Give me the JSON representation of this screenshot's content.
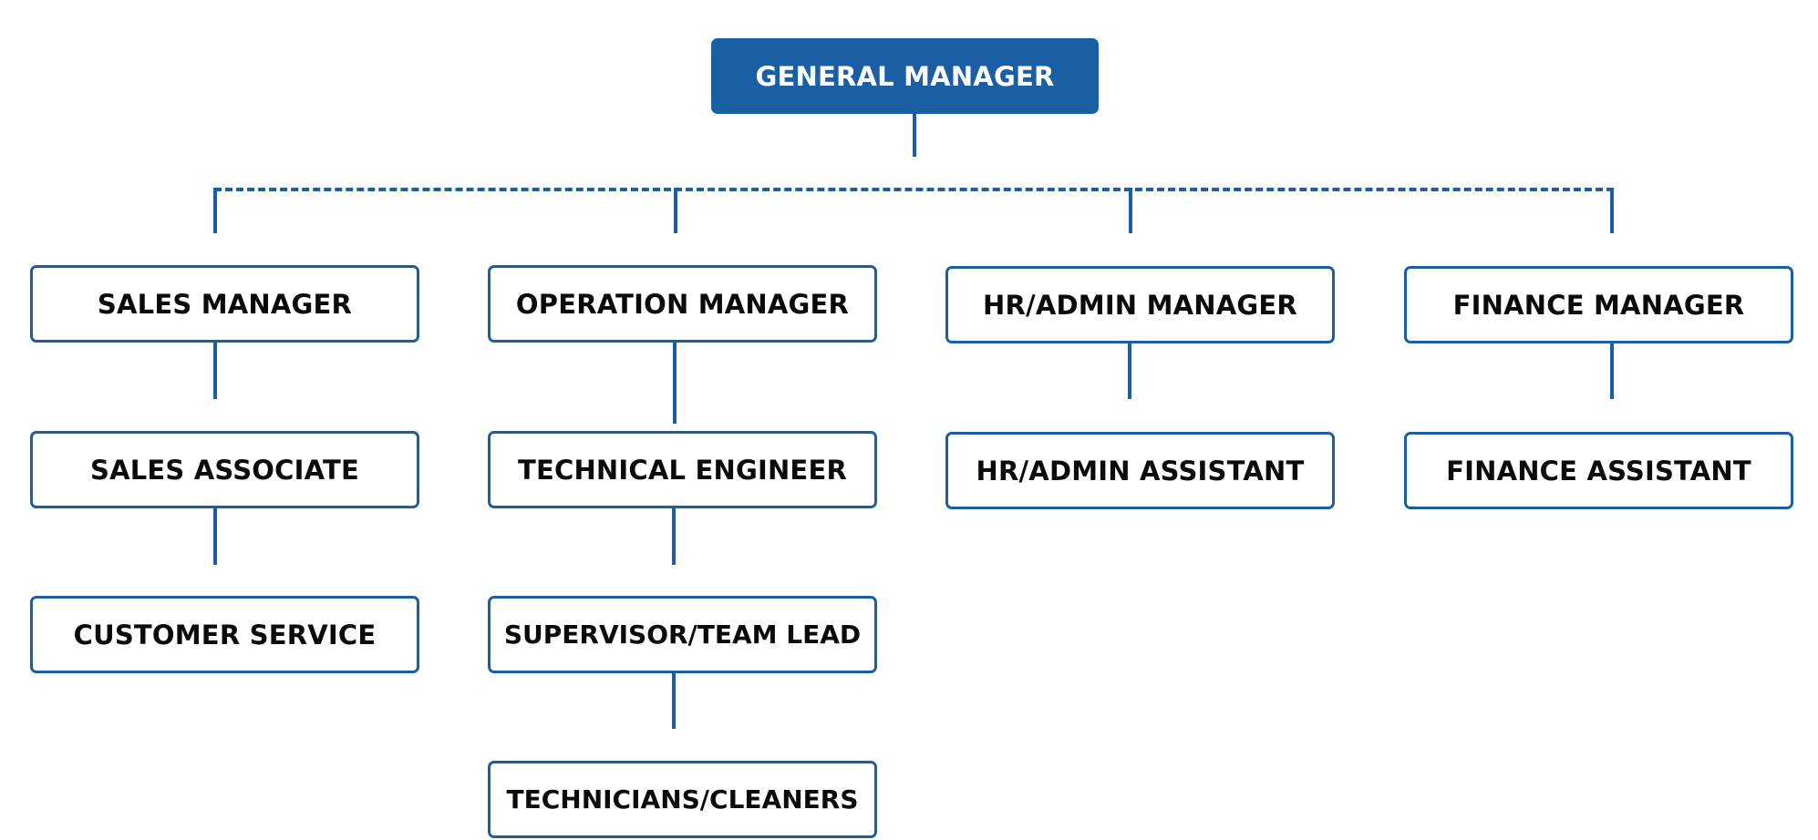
{
  "colors": {
    "accent": "#1a5ea4",
    "node_fill": "#ffffff",
    "root_text": "#ffffff",
    "node_text": "#0a0a0a"
  },
  "root": {
    "label": "GENERAL MANAGER"
  },
  "columns": [
    {
      "manager": "SALES MANAGER",
      "reports": [
        "SALES ASSOCIATE",
        "CUSTOMER SERVICE"
      ]
    },
    {
      "manager": "OPERATION MANAGER",
      "reports": [
        "TECHNICAL ENGINEER",
        "SUPERVISOR/TEAM LEAD",
        "TECHNICIANS/CLEANERS"
      ]
    },
    {
      "manager": "HR/ADMIN MANAGER",
      "reports": [
        "HR/ADMIN ASSISTANT"
      ]
    },
    {
      "manager": "FINANCE MANAGER",
      "reports": [
        "FINANCE ASSISTANT"
      ]
    }
  ]
}
